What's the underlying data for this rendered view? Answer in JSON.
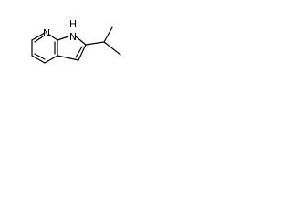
{
  "molecule": {
    "atoms": {
      "ring_nitrogen": "N",
      "nh_hydrogen": "H",
      "nh_nitrogen": "N"
    }
  }
}
